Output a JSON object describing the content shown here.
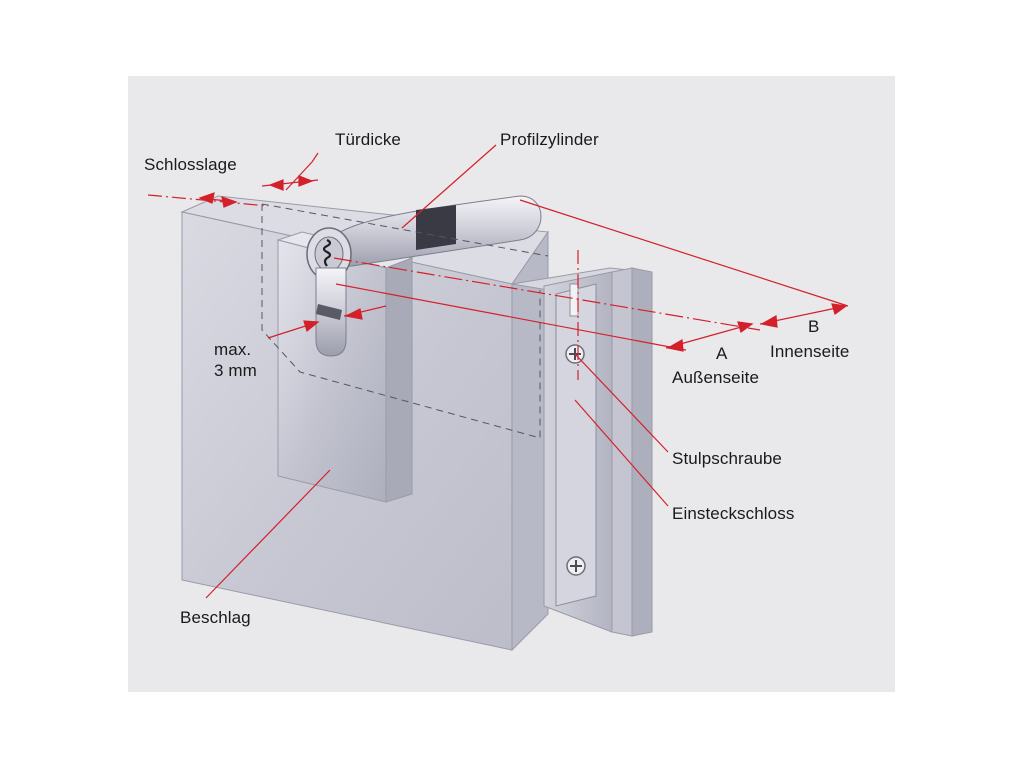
{
  "labels": {
    "schlosslage": "Schlosslage",
    "tuerdicke": "Türdicke",
    "profilzylinder": "Profilzylinder",
    "max": "max.",
    "mm": "3 mm",
    "a": "A",
    "b": "B",
    "innenseite": "Innenseite",
    "aussenseite": "Außenseite",
    "stulpschraube": "Stulpschraube",
    "einsteckschloss": "Einsteckschloss",
    "beschlag": "Beschlag"
  },
  "colors": {
    "background_panel": "#e9e9ec",
    "dimension_lines": "#d4202a",
    "door_face": "#cfd0d8",
    "door_edge": "#b9bac6",
    "cylinder_band": "#3a3a44"
  }
}
